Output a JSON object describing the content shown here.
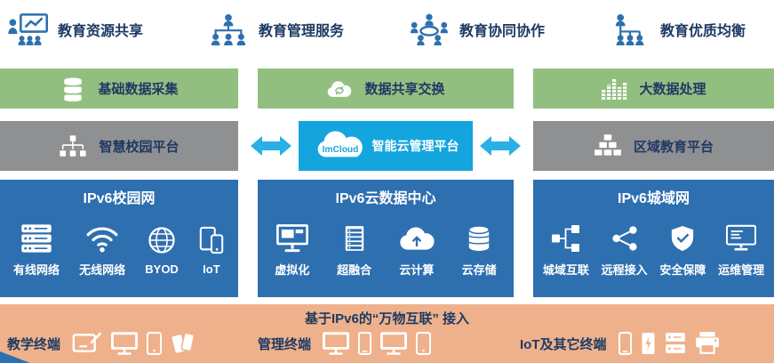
{
  "colors": {
    "icon_blue": "#2e6fae",
    "green": "#92bf80",
    "gray": "#8f9091",
    "cyan": "#14a5de",
    "arrow_cyan": "#29b0e6",
    "panel_blue": "#2e6fb0",
    "salmon": "#efb18b",
    "navy_text": "#1d3a63"
  },
  "application_layer": {
    "items": [
      {
        "label": "教育资源共享",
        "icon": "presentation-people-icon"
      },
      {
        "label": "教育管理服务",
        "icon": "org-chart-people-icon"
      },
      {
        "label": "教育协同协作",
        "icon": "collaboration-table-icon"
      },
      {
        "label": "教育优质均衡",
        "icon": "people-network-icon"
      }
    ]
  },
  "data_layer": {
    "items": [
      {
        "label": "基础数据采集",
        "icon": "database-disks-icon"
      },
      {
        "label": "数据共享交换",
        "icon": "cloud-sync-icon"
      },
      {
        "label": "大数据处理",
        "icon": "bar-chart-icon"
      }
    ]
  },
  "platform_layer": {
    "left": {
      "label": "智慧校园平台",
      "icon": "network-nodes-icon"
    },
    "center": {
      "brand": "ImCloud",
      "label": "智能云管理平台",
      "icon": "cloud-logo"
    },
    "right": {
      "label": "区域教育平台",
      "icon": "building-blocks-icon"
    }
  },
  "network_layer": {
    "panels": [
      {
        "title": "IPv6校园网",
        "items": [
          {
            "label": "有线网络",
            "icon": "server-stack-icon"
          },
          {
            "label": "无线网络",
            "icon": "wifi-icon"
          },
          {
            "label": "BYOD",
            "icon": "globe-icon"
          },
          {
            "label": "IoT",
            "icon": "mobile-devices-icon"
          }
        ]
      },
      {
        "title": "IPv6云数据中心",
        "items": [
          {
            "label": "虚拟化",
            "icon": "monitor-window-icon"
          },
          {
            "label": "超融合",
            "icon": "server-rack-icon"
          },
          {
            "label": "云计算",
            "icon": "cloud-upload-icon"
          },
          {
            "label": "云存储",
            "icon": "database-cylinder-icon"
          }
        ]
      },
      {
        "title": "IPv6城域网",
        "items": [
          {
            "label": "城域互联",
            "icon": "topology-icon"
          },
          {
            "label": "远程接入",
            "icon": "share-nodes-icon"
          },
          {
            "label": "安全保障",
            "icon": "shield-check-icon"
          },
          {
            "label": "运维管理",
            "icon": "monitor-lines-icon"
          }
        ]
      }
    ]
  },
  "access_layer": {
    "title": "基于IPv6的“万物互联” 接入",
    "groups": [
      {
        "label": "教学终端",
        "icons": [
          "pen-tablet-icon",
          "monitor-icon",
          "tablet-icon",
          "phones-icon"
        ]
      },
      {
        "label": "管理终端",
        "icons": [
          "monitor-icon",
          "smartphone-icon",
          "monitor-icon",
          "tablet-icon"
        ]
      },
      {
        "label": "IoT及其它终端",
        "icons": [
          "smartphone-icon",
          "charging-device-icon",
          "server-icon",
          "printer-icon"
        ]
      }
    ]
  }
}
